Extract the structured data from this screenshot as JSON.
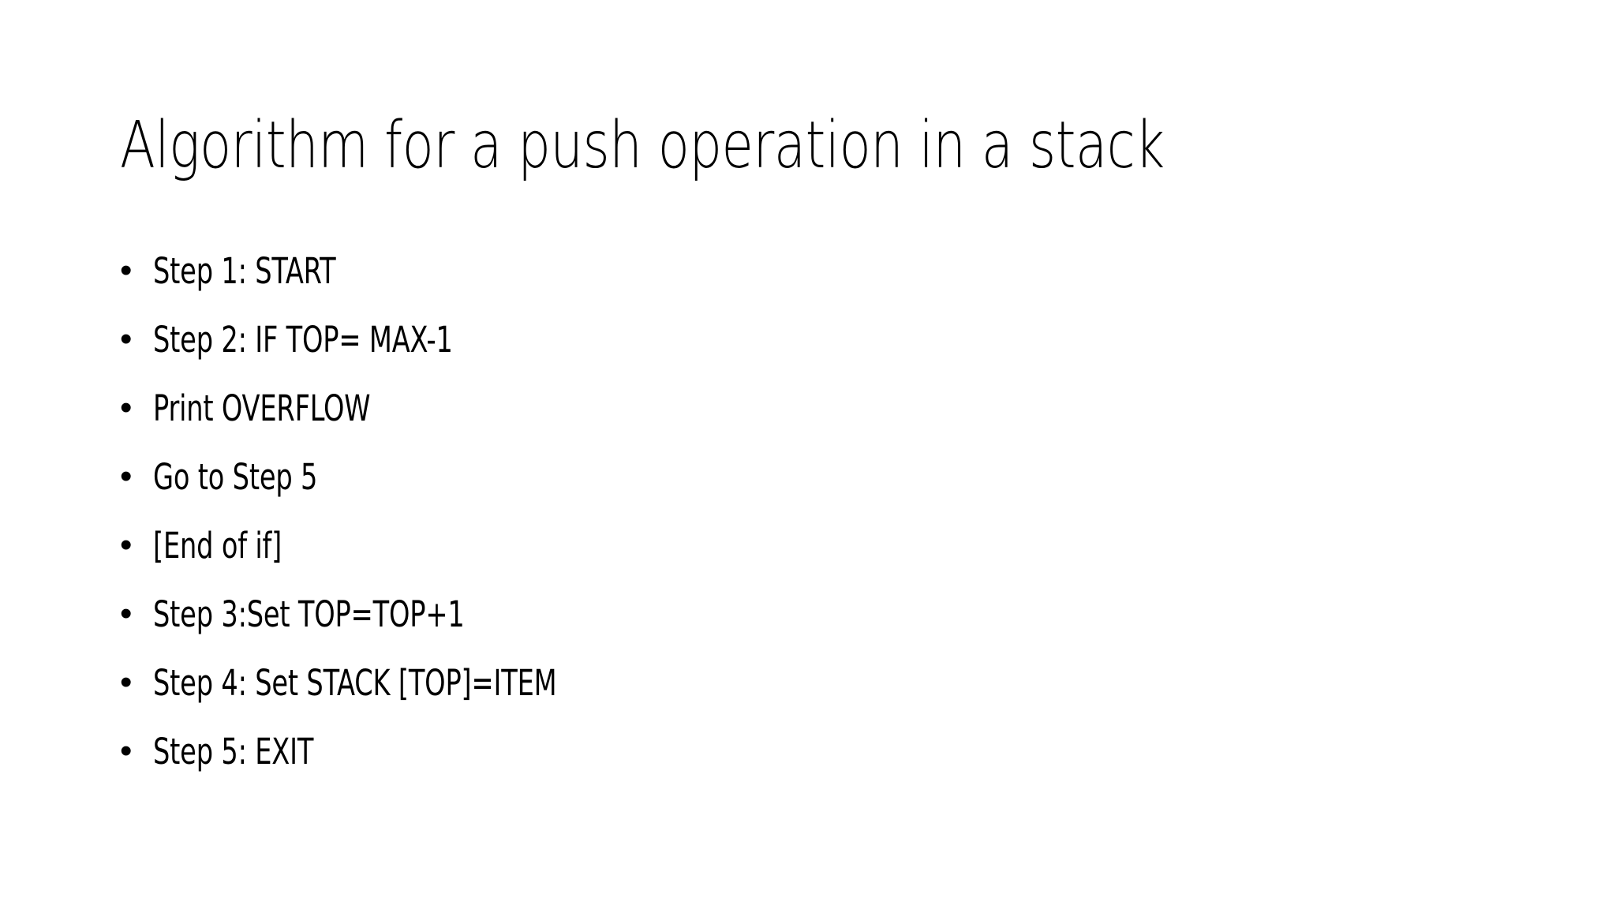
{
  "slide": {
    "background_color": "#FFFFFF",
    "text_color": "#000000",
    "title": "Algorithm for a push operation in a stack",
    "bullet_glyph": "•",
    "bullets": [
      {
        "text": "Step 1: START"
      },
      {
        "text": "Step 2: IF TOP= MAX-1"
      },
      {
        "text": "Print OVERFLOW"
      },
      {
        "text": "Go to Step 5"
      },
      {
        "text": "[End of if]"
      },
      {
        "text": "Step 3:Set TOP=TOP+1"
      },
      {
        "text": "Step 4: Set STACK [TOP]=ITEM"
      },
      {
        "text": "Step 5: EXIT"
      }
    ]
  }
}
